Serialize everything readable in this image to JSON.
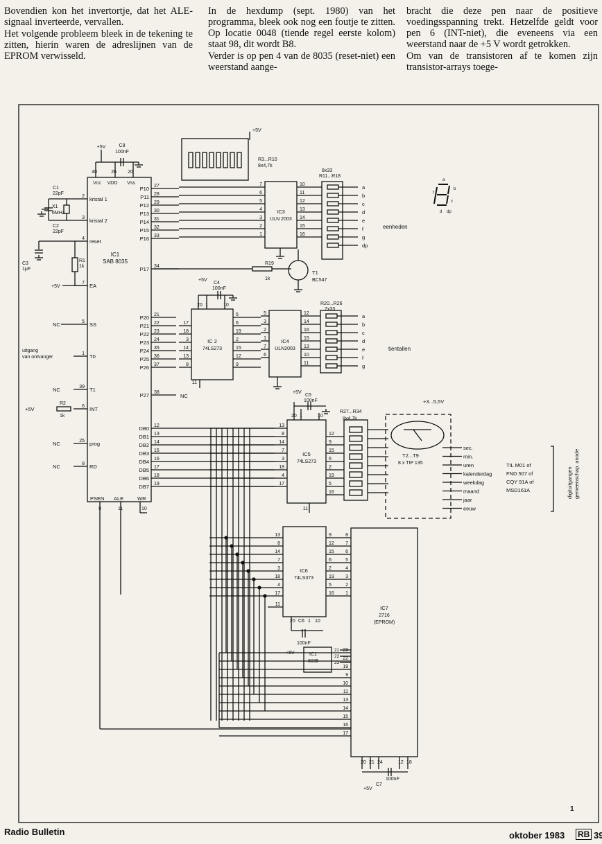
{
  "article": {
    "col1": [
      "Bovendien kon het invertortje, dat het ALE-signaal inverteerde, vervallen.",
      "Het volgende probleem bleek in de tekening te zitten, hierin waren de adreslijnen van de EPROM verwisseld."
    ],
    "col2": [
      "In de hexdump (sept. 1980) van het programma, bleek ook nog een foutje te zitten. Op locatie 0048 (tiende regel eerste kolom) staat 98, dit wordt B8.",
      "Verder is op pen 4 van de 8035 (reset-niet) een weerstand aange-"
    ],
    "col3": [
      "bracht die deze pen naar de positieve voedingsspanning trekt. Hetzelfde geldt voor pen 6 (INT-niet), die eveneens via een weerstand naar de +5 V wordt getrokken.",
      "Om van de transistoren af te komen zijn transistor-arrays toege-"
    ]
  },
  "footer": {
    "left": "Radio Bulletin",
    "right": "oktober 1983",
    "logo": "RB",
    "page": "39"
  },
  "schematic": {
    "figure_number": "1",
    "vcc_label": "+5V",
    "c8": [
      "C8",
      "100nF"
    ],
    "ic1": {
      "name": "IC1",
      "type": "SAB 8035"
    },
    "ic2": {
      "name": "IC 2",
      "type": "74LS273"
    },
    "ic3": {
      "name": "IC3",
      "type": "ULN 2003"
    },
    "ic4": {
      "name": "IC4",
      "type": "ULN2003"
    },
    "ic5": {
      "name": "IC5",
      "type": "74LS273"
    },
    "ic6": {
      "name": "IC6",
      "type": "74LS373"
    },
    "ic7": {
      "name": "IC7",
      "type": "2716",
      "sub": "(EPROM)"
    },
    "ic1b": {
      "name": "IC1",
      "type": "8035"
    },
    "res_r3": [
      "R3...R10",
      "8x4,7k"
    ],
    "res_r11": [
      "R11...R18",
      "8x33"
    ],
    "res_r20": [
      "R20...R26",
      "7x33"
    ],
    "res_r27": [
      "R27...R34",
      "8x4,7k"
    ],
    "c1": [
      "C1",
      "22pF"
    ],
    "c2": [
      "C2",
      "22pF"
    ],
    "x1": [
      "X1",
      "6MHz"
    ],
    "c3": [
      "C3",
      "1µF"
    ],
    "r1": [
      "R1",
      "1k"
    ],
    "r2": [
      "R2",
      "1k"
    ],
    "r19": [
      "R19",
      "1k"
    ],
    "t1": [
      "T1",
      "BC547"
    ],
    "c4": [
      "C4",
      "100nF"
    ],
    "c5": [
      "C5",
      "100nF"
    ],
    "c6": [
      "C6",
      "100nF"
    ],
    "c7": [
      "C7",
      "100nF"
    ],
    "t2": [
      "T2...T9",
      "8 x TIP 135"
    ],
    "t2_supply": "+3...5,5V",
    "ic1_pins_left": [
      {
        "pin": "2",
        "label": "kristal 1"
      },
      {
        "pin": "3",
        "label": "kristal 2"
      },
      {
        "pin": "4",
        "label": "reset"
      },
      {
        "pin": "7",
        "label": "EA"
      },
      {
        "pin": "5",
        "label": "SS"
      },
      {
        "pin": "1",
        "label": "T0"
      },
      {
        "pin": "39",
        "label": "T1"
      },
      {
        "pin": "6",
        "label": "INT"
      },
      {
        "pin": "25",
        "label": "prog"
      },
      {
        "pin": "8",
        "label": "RD"
      }
    ],
    "ic1_top": [
      "40",
      "26",
      "20",
      "Vcc",
      "VDD",
      "Vss"
    ],
    "ic1_bottom": [
      "PSEN",
      "ALE",
      "WR",
      "9",
      "11",
      "10"
    ],
    "left_sources": [
      "NC",
      "uitgang van ontvanger",
      "NC",
      "+5V",
      "NC",
      "NC",
      "NC"
    ],
    "p1_ports": [
      "P10",
      "P11",
      "P12",
      "P13",
      "P14",
      "P15",
      "P16",
      "P17"
    ],
    "p1_pins": [
      "27",
      "28",
      "29",
      "30",
      "31",
      "32",
      "33",
      "34"
    ],
    "p2_ports": [
      "P20",
      "P21",
      "P22",
      "P23",
      "P24",
      "P25",
      "P26",
      "P27"
    ],
    "p2_pins": [
      "21",
      "22",
      "23",
      "24",
      "35",
      "36",
      "37",
      "38"
    ],
    "db_ports": [
      "DB0",
      "DB1",
      "DB2",
      "DB3",
      "DB4",
      "DB5",
      "DB6",
      "DB7"
    ],
    "db_pins": [
      "12",
      "13",
      "14",
      "15",
      "16",
      "17",
      "18",
      "19"
    ],
    "nc": "NC",
    "seg_labels": [
      "a",
      "b",
      "c",
      "d",
      "e",
      "f",
      "g",
      "dp"
    ],
    "eenheden": "eenheden",
    "tientallen": "tientallen",
    "ic3_in": [
      "7",
      "6",
      "5",
      "4",
      "3",
      "2",
      "1"
    ],
    "ic3_out": [
      "10",
      "11",
      "12",
      "13",
      "14",
      "15",
      "16"
    ],
    "ic2_in": [
      "17",
      "18",
      "3",
      "14",
      "13",
      "8"
    ],
    "ic2_out": [
      "5",
      "6",
      "19",
      "2",
      "15",
      "12",
      "9"
    ],
    "ic4_in": [
      "5",
      "3",
      "2",
      "1",
      "7",
      "6"
    ],
    "ic4_out": [
      "12",
      "14",
      "16",
      "15",
      "13",
      "10",
      "11"
    ],
    "ic5_in": [
      "13",
      "8",
      "14",
      "7",
      "3",
      "18",
      "4",
      "17"
    ],
    "ic5_out": [
      "12",
      "9",
      "15",
      "6",
      "2",
      "19",
      "5",
      "16"
    ],
    "ic6_in": [
      "13",
      "8",
      "14",
      "7",
      "3",
      "18",
      "4",
      "17"
    ],
    "ic6_out": [
      "9",
      "12",
      "15",
      "6",
      "2",
      "19",
      "5",
      "16"
    ],
    "ic7_in": [
      "8",
      "7",
      "6",
      "5",
      "4",
      "3",
      "2",
      "1"
    ],
    "ic7_addr": [
      "23",
      "22",
      "19",
      "9",
      "10",
      "11",
      "13",
      "14",
      "15",
      "16",
      "17"
    ],
    "ic1b_pins": [
      "21",
      "22",
      "23"
    ],
    "ic7_bottom": [
      "20",
      "21",
      "24",
      "12",
      "18"
    ],
    "digit_outputs": [
      "sec.",
      "min.",
      "uren",
      "kalenderdag",
      "weekdag",
      "maand",
      "jaar",
      "eeuw"
    ],
    "display_types": [
      "TIL M01 of",
      "FND 507 of",
      "CQY 91A of",
      "MSD161A"
    ],
    "vertical_label_1": "digituitgangen",
    "vertical_label_2": "gemeenschap. anode",
    "pin_11": "11"
  }
}
